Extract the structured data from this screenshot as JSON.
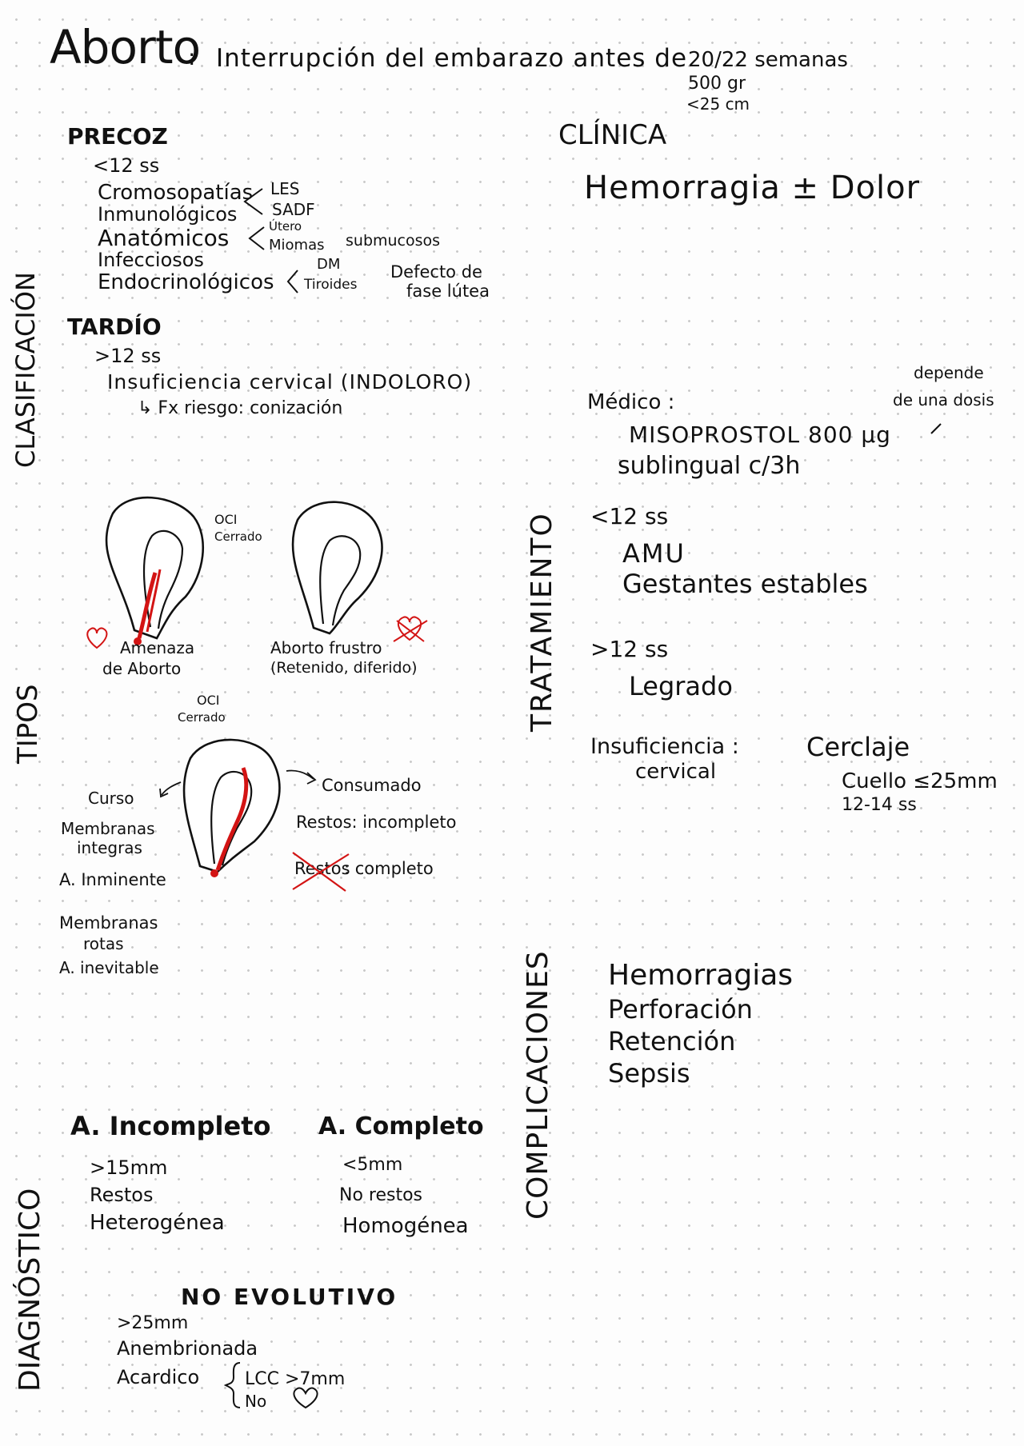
{
  "header": {
    "title": "Aborto",
    "colon": ":",
    "definition": "Interrupción del embarazo antes de",
    "weeks": "20/22 semanas",
    "weight": "500 gr",
    "length": "<25 cm"
  },
  "side_labels": {
    "clasificacion": "CLASIFICACIÓN",
    "tipos": "TIPOS",
    "diagnostico": "DIAGNÓSTICO",
    "tratamiento": "TRATAMIENTO",
    "complicaciones": "COMPLICACIONES"
  },
  "precoz": {
    "heading": "PRECOZ",
    "weeks": "<12 ss",
    "causes": [
      "Cromosopatías",
      "Inmunológicos",
      "Anatómicos",
      "Infecciosos",
      "Endocrinológicos"
    ],
    "inmuno_sub": [
      "LES",
      "SADF"
    ],
    "anatomicos_sub": [
      "Útero",
      "Miomas"
    ],
    "miomas_note": "submucosos",
    "endocrino_sub": [
      "DM",
      "Tiroides"
    ],
    "endocrino_note": [
      "Defecto de",
      "fase lútea"
    ]
  },
  "tardio": {
    "heading": "TARDÍO",
    "weeks": ">12 ss",
    "cause": "Insuficiencia cervical (INDOLORO)",
    "risk": "↳ Fx riesgo: conización"
  },
  "clinica": {
    "heading": "CLÍNICA",
    "text": "Hemorragia ± Dolor"
  },
  "tipos": {
    "oci_1": [
      "OCI",
      "Cerrado"
    ],
    "amenaza": [
      "Amenaza",
      "de Aborto"
    ],
    "frustro": [
      "Aborto frustro",
      "(Retenido, diferido)"
    ],
    "oci_2": [
      "OCI",
      "Cerrado"
    ],
    "curso": "Curso",
    "membranas_integras": [
      "Membranas",
      "integras"
    ],
    "inminente": "A. Inminente",
    "membranas_rotas": [
      "Membranas",
      "rotas"
    ],
    "inevitable": "A. inevitable",
    "consumado": "Consumado",
    "restos_incompleto": "Restos: incompleto",
    "restos_crossed": "Restos",
    "completo": ": completo"
  },
  "tratamiento": {
    "medico_label": "Médico :",
    "depende": [
      "depende",
      "de una dosis"
    ],
    "miso": "MISOPROSTOL 800 μg",
    "sublingual": "sublingual c/3h",
    "menor12": "<12 ss",
    "amu": "AMU",
    "gestantes": "Gestantes estables",
    "mayor12": ">12 ss",
    "legrado": "Legrado",
    "insuf_label": [
      "Insuficiencia :",
      "cervical"
    ],
    "cerclaje": "Cerclaje",
    "cuello": "Cuello ≤25mm",
    "semanas": "12-14 ss"
  },
  "complicaciones": {
    "items": [
      "Hemorragias",
      "Perforación",
      "Retención",
      "Sepsis"
    ]
  },
  "diagnostico": {
    "incompleto_title": "A. Incompleto",
    "incompleto_items": [
      ">15mm",
      "Restos",
      "Heterogénea"
    ],
    "completo_title": "A. Completo",
    "completo_items": [
      "<5mm",
      "No restos",
      "Homogénea"
    ],
    "no_evolutivo_title": "NO EVOLUTIVO",
    "no_evolutivo_items": [
      ">25mm",
      "Anembrionada",
      "Acardico"
    ],
    "lcc": "LCC >7mm",
    "no": "No"
  },
  "colors": {
    "ink": "#111111",
    "blood": "#d31414",
    "dots": "#c9c9c9"
  }
}
